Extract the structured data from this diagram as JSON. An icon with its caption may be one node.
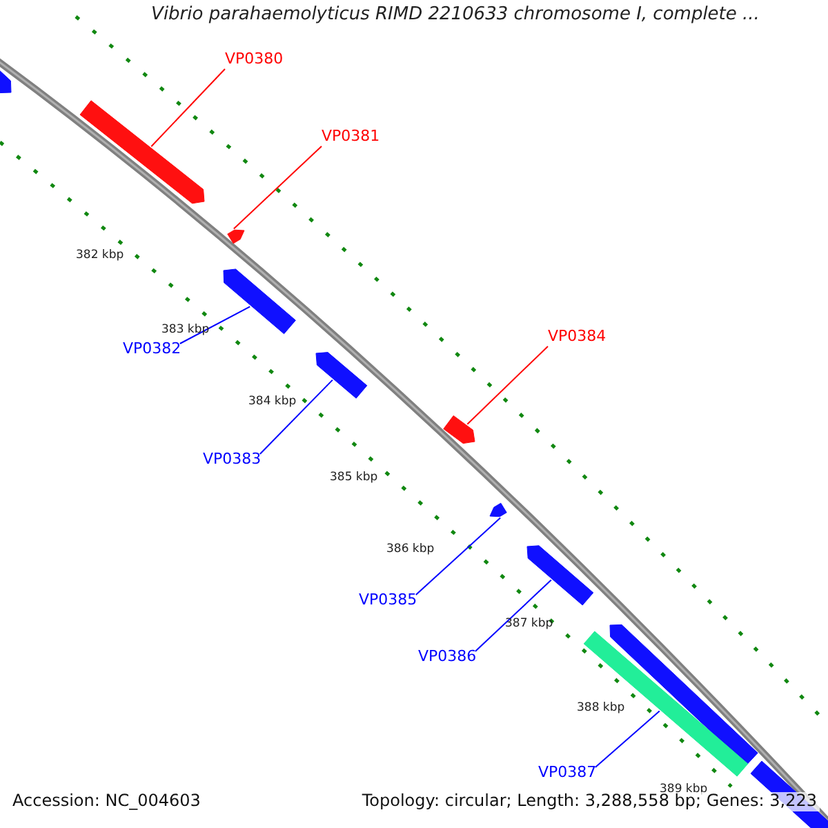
{
  "diagram": {
    "title": "Vibrio parahaemolyticus RIMD 2210633 chromosome I, complete ...",
    "nodes": [
      {
        "text": [
          "VP0380"
        ]
      },
      {
        "text": [
          "VP0381"
        ]
      },
      {
        "text": [
          "VP0382"
        ]
      },
      {
        "text": [
          "VP0383"
        ]
      },
      {
        "text": [
          "VP0384"
        ]
      },
      {
        "text": [
          "VP0385"
        ]
      },
      {
        "text": [
          "VP0386"
        ]
      },
      {
        "text": [
          "VP0387"
        ]
      },
      {
        "text": [],
        "shape": "arrow"
      },
      {
        "text": [],
        "shape": "arrow"
      },
      {
        "text": [],
        "shape": "arrow"
      },
      {
        "text": [],
        "shape": "arrow"
      },
      {
        "text": [],
        "shape": "arrow"
      },
      {
        "text": [],
        "shape": "arrow"
      },
      {
        "text": [],
        "shape": "arrow"
      },
      {
        "text": [],
        "shape": "arrow"
      },
      {
        "text": [],
        "shape": "bar"
      },
      {
        "text": [],
        "shape": "arrow"
      },
      {
        "text": [],
        "shape": "bar"
      }
    ],
    "edges": [
      {
        "from": 0,
        "to": 8,
        "arrow": "none",
        "color": "#ff0000"
      },
      {
        "from": 1,
        "to": 9,
        "arrow": "none",
        "color": "#ff0000"
      },
      {
        "from": 2,
        "to": 10,
        "arrow": "none"
      },
      {
        "from": 3,
        "to": 11,
        "arrow": "none"
      },
      {
        "from": 4,
        "to": 12,
        "arrow": "none",
        "color": "#ff0000"
      },
      {
        "from": 5,
        "to": 13,
        "arrow": "none"
      },
      {
        "from": 6,
        "to": 14,
        "arrow": "none"
      },
      {
        "from": 7,
        "to": 16,
        "arrow": "none"
      }
    ],
    "labels": [
      "382 kbp",
      "383 kbp",
      "384 kbp",
      "385 kbp",
      "386 kbp",
      "387 kbp",
      "388 kbp",
      "389 kbp",
      "Accession: NC_004603",
      "Topology: circular; Length: 3,288,558 bp; Genes: 3,223"
    ]
  }
}
